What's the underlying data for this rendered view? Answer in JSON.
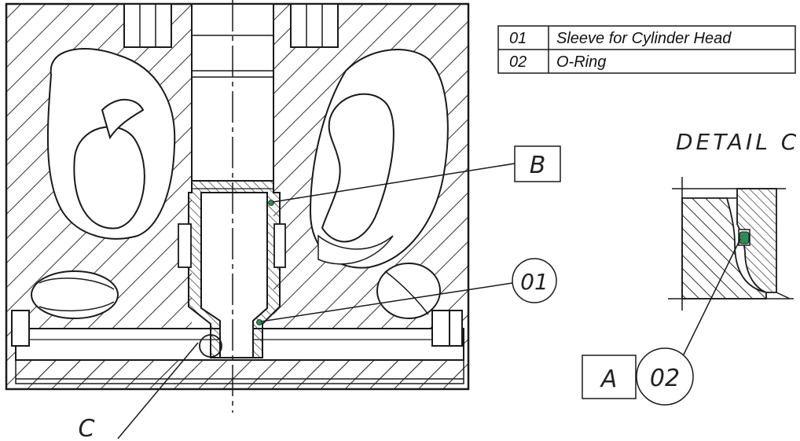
{
  "parts_table": [
    {
      "number": "01",
      "description": "Sleeve for Cylinder Head"
    },
    {
      "number": "02",
      "description": "O-Ring"
    }
  ],
  "detail_title": "DETAIL C",
  "callouts": {
    "B": "B",
    "item_01": "01",
    "section_C": "C",
    "A": "A",
    "item_02": "02"
  },
  "colors": {
    "line": "#1a1a1a",
    "highlight": "#2e8b57",
    "background": "#ffffff"
  }
}
